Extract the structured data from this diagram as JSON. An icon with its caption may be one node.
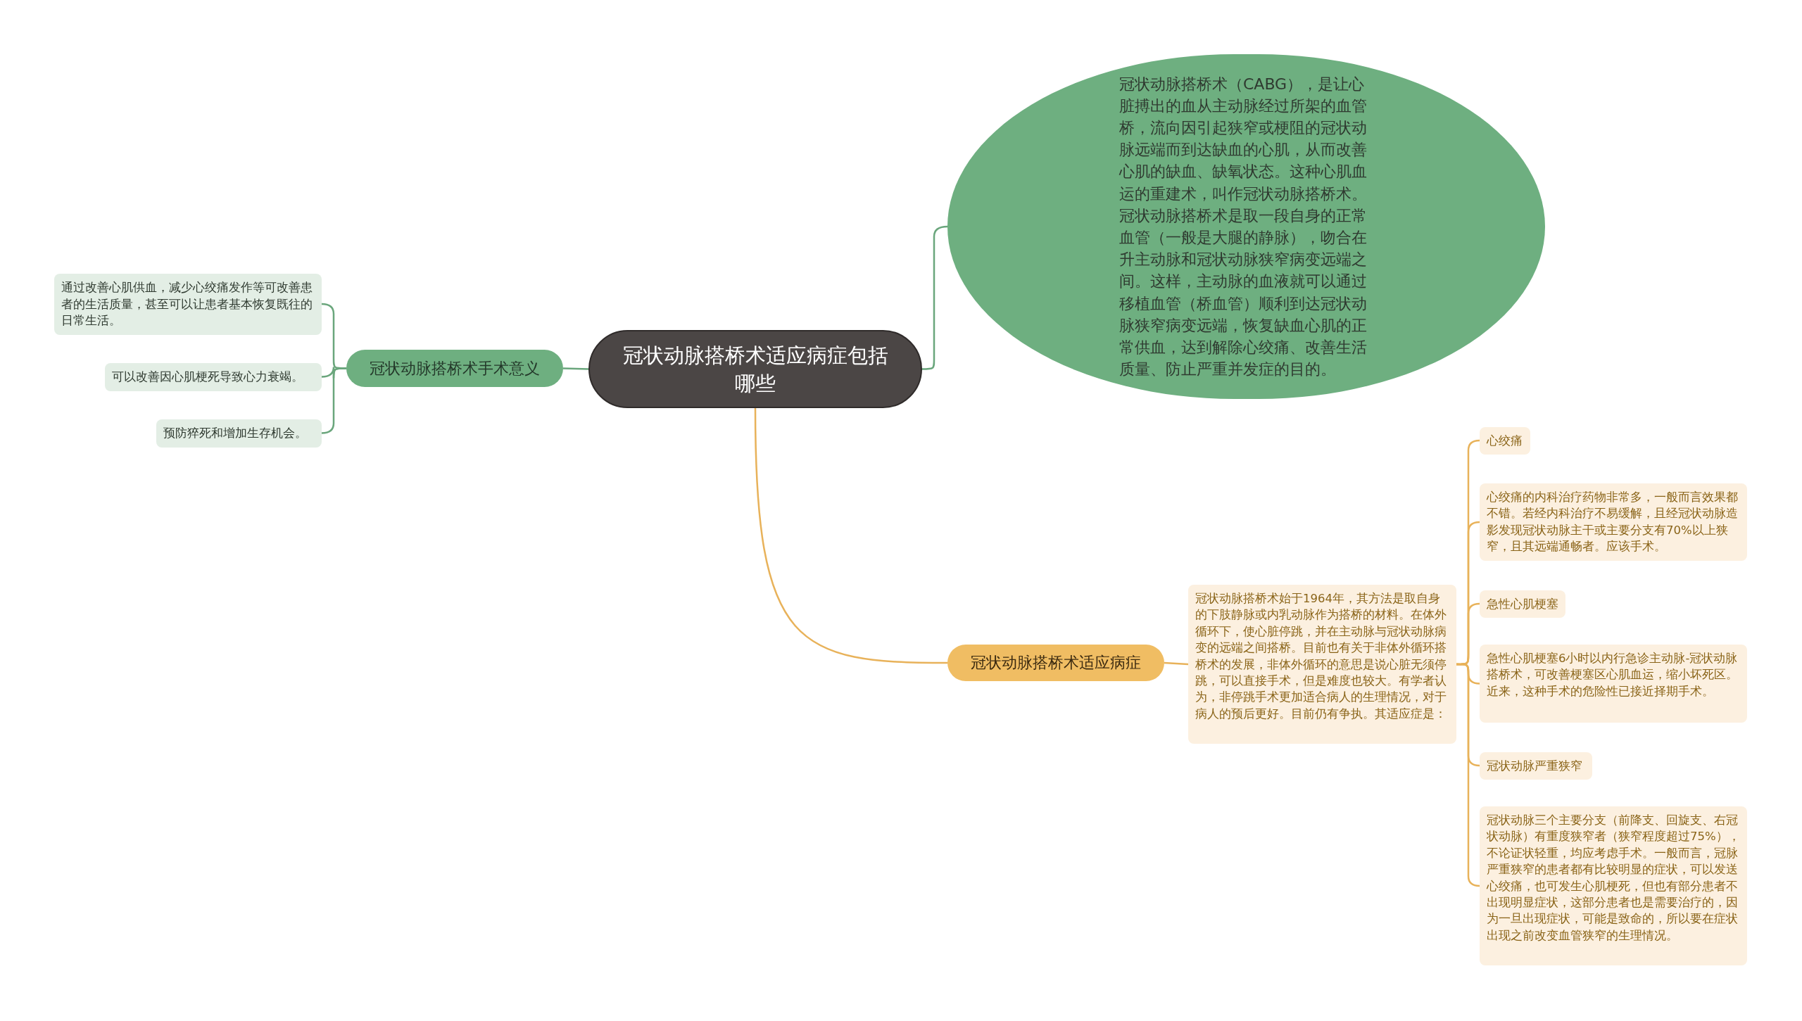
{
  "diagram": {
    "nodes": [
      {
        "text": [
          "冠状动脉搭桥术适应病症包括哪些"
        ]
      },
      {
        "text": [
          "冠状动脉搭桥术（CABG），是让心脏搏出的血从主动脉经过所架的血管桥，流向因引起狭窄或梗阻的冠状动脉远端而到达缺血的心肌，从而改善心肌的缺血、缺氧状态。这种心肌血运的重建术，叫作冠状动脉搭桥术。冠状动脉搭桥术是取一段自身的正常血管（一般是大腿的静脉），吻合在升主动脉和冠状动脉狭窄病变远端之间。这样，主动脉的血液就可以通过移植血管（桥血管）顺利到达冠状动脉狭窄病变远端，恢复缺血心肌的正常供血，达到解除心绞痛、改善生活质量、防止严重并发症的目的。"
        ]
      },
      {
        "text": [
          "冠状动脉搭桥术手术意义"
        ]
      },
      {
        "text": [
          "通过改善心肌供血，减少心绞痛发作等可改善患者的生活质量，甚至可以让患者基本恢复既往的日常生活。"
        ]
      },
      {
        "text": [
          "可以改善因心肌梗死导致心力衰竭。"
        ]
      },
      {
        "text": [
          "预防猝死和增加生存机会。"
        ]
      },
      {
        "text": [
          "冠状动脉搭桥术适应病症"
        ]
      },
      {
        "text": [
          "冠状动脉搭桥术始于1964年，其方法是取自身的下肢静脉或内乳动脉作为搭桥的材料。在体外循环下，使心脏停跳，并在主动脉与冠状动脉病变的远端之间搭桥。目前也有关于非体外循环搭桥术的发展，非体外循环的意思是说心脏无须停跳，可以直接手术，但是难度也较大。有学者认为，非停跳手术更加适合病人的生理情况，对于病人的预后更好。目前仍有争执。其适应症是："
        ]
      },
      {
        "text": [
          "心绞痛"
        ]
      },
      {
        "text": [
          "心绞痛的内科治疗药物非常多，一般而言效果都不错。若经内科治疗不易缓解，且经冠状动脉造影发现冠状动脉主干或主要分支有70%以上狭窄，且其远端通畅者。应该手术。"
        ]
      },
      {
        "text": [
          "急性心肌梗塞"
        ]
      },
      {
        "text": [
          "急性心肌梗塞6小时以内行急诊主动脉-冠状动脉搭桥术，可改善梗塞区心肌血运，缩小坏死区。近来，这种手术的危险性已接近择期手术。"
        ]
      },
      {
        "text": [
          "冠状动脉严重狭窄"
        ]
      },
      {
        "text": [
          "冠状动脉三个主要分支（前降支、回旋支、右冠状动脉）有重度狭窄者（狭窄程度超过75%），不论证状轻重，均应考虑手术。一般而言，冠脉严重狭窄的患者都有比较明显的症状，可以发送心绞痛，也可发生心肌梗死，但也有部分患者不出现明显症状，这部分患者也是需要治疗的，因为一旦出现症状，可能是致命的，所以要在症状出现之前改变血管狭窄的生理情况。"
        ]
      }
    ],
    "edges": [
      {
        "from": 0,
        "to": 1,
        "arrow": "none",
        "color": "#6aa67c"
      },
      {
        "from": 0,
        "to": 2,
        "arrow": "none",
        "color": "#6aa67c"
      },
      {
        "from": 2,
        "to": 3,
        "arrow": "none",
        "color": "#6aa67c"
      },
      {
        "from": 2,
        "to": 4,
        "arrow": "none",
        "color": "#6aa67c"
      },
      {
        "from": 2,
        "to": 5,
        "arrow": "none",
        "color": "#6aa67c"
      },
      {
        "from": 0,
        "to": 6,
        "arrow": "none"
      },
      {
        "from": 6,
        "to": 7,
        "arrow": "none"
      },
      {
        "from": 7,
        "to": 8,
        "arrow": "none"
      },
      {
        "from": 7,
        "to": 9,
        "arrow": "none"
      },
      {
        "from": 7,
        "to": 10,
        "arrow": "none"
      },
      {
        "from": 7,
        "to": 11,
        "arrow": "none"
      },
      {
        "from": 7,
        "to": 12,
        "arrow": "none"
      },
      {
        "from": 7,
        "to": 13,
        "arrow": "none"
      }
    ]
  }
}
